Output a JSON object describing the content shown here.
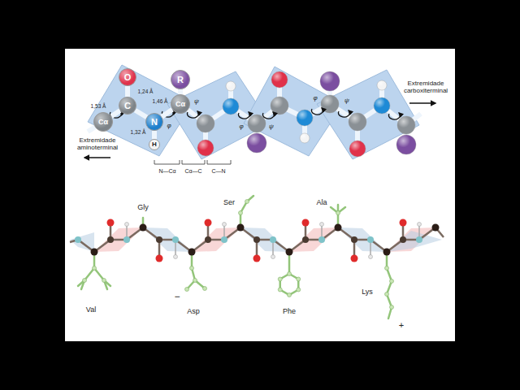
{
  "diagram": {
    "nodes": [
      {
        "text": [
          "Cα"
        ]
      },
      {
        "text": [
          "C"
        ]
      },
      {
        "text": [
          "O"
        ]
      },
      {
        "text": [
          "N"
        ]
      },
      {
        "text": [
          "H"
        ]
      },
      {
        "text": [
          "Cα"
        ]
      },
      {
        "text": [
          "R"
        ]
      }
    ],
    "edges": [
      {
        "from": 0,
        "to": 1,
        "arrow": "none"
      },
      {
        "from": 1,
        "to": 2,
        "arrow": "none"
      },
      {
        "from": 1,
        "to": 3,
        "arrow": "none"
      },
      {
        "from": 3,
        "to": 4,
        "arrow": "none"
      },
      {
        "from": 3,
        "to": 5,
        "arrow": "none"
      },
      {
        "from": 5,
        "to": 6,
        "arrow": "none"
      }
    ],
    "labels": [
      "1,53 Å",
      "1,24 Å",
      "1,46 Å",
      "1,32 Å",
      "Extremidade aminoterminal",
      "Extremidade carboxiterminal",
      "N—Cα",
      "Cα—C",
      "C—N",
      "φ",
      "ψ",
      "φ",
      "ψ",
      "φ",
      "ψ",
      "Val",
      "Gly",
      "Asp",
      "Ser",
      "Phe",
      "Ala",
      "Lys",
      "−",
      "+"
    ]
  }
}
